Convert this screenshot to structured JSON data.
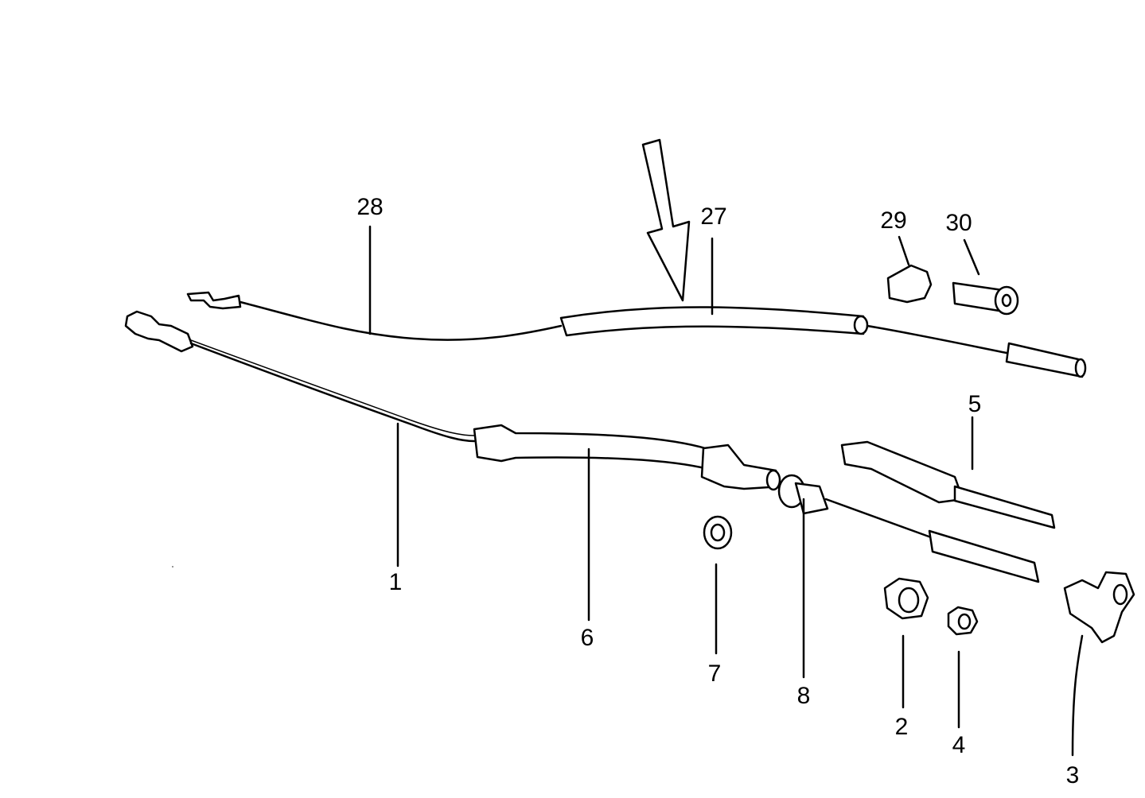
{
  "diagram": {
    "callouts": [
      {
        "id": "c28",
        "text": "28"
      },
      {
        "id": "c27",
        "text": "27"
      },
      {
        "id": "c29",
        "text": "29"
      },
      {
        "id": "c30",
        "text": "30"
      },
      {
        "id": "c5",
        "text": "5"
      },
      {
        "id": "c1",
        "text": "1"
      },
      {
        "id": "c6",
        "text": "6"
      },
      {
        "id": "c7",
        "text": "7"
      },
      {
        "id": "c8",
        "text": "8"
      },
      {
        "id": "c2",
        "text": "2"
      },
      {
        "id": "c4",
        "text": "4"
      },
      {
        "id": "c3",
        "text": "3"
      }
    ]
  }
}
